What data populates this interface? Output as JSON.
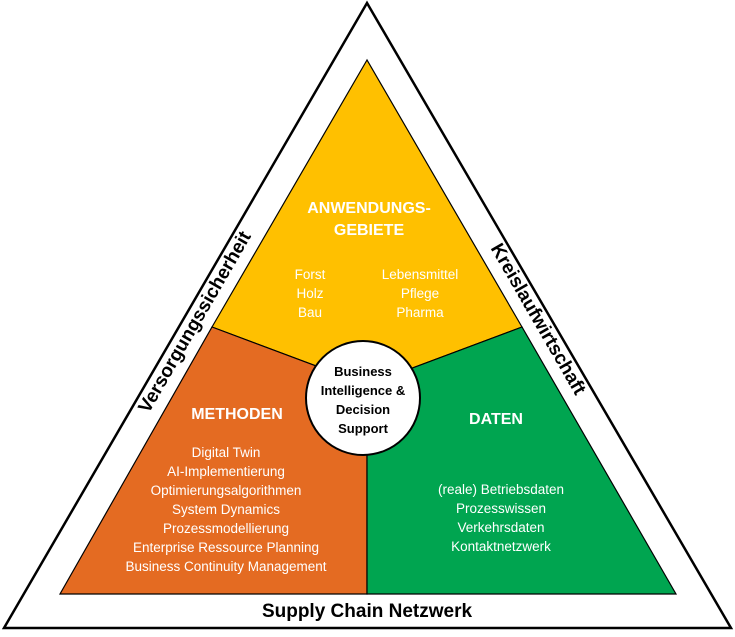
{
  "colors": {
    "anwendung": "#FFC000",
    "methoden": "#E46B22",
    "daten": "#00A550",
    "outline": "#000000",
    "text_light": "#FFFFFF"
  },
  "sides": {
    "left": "Versorgungssicherheit",
    "right": "Kreislaufwirtschaft",
    "bottom": "Supply Chain Netzwerk"
  },
  "center": {
    "lines": [
      "Business",
      "Intelligence &",
      "Decision",
      "Support"
    ]
  },
  "anwendungsgebiete": {
    "title_lines": [
      "ANWENDUNGS-",
      "GEBIETE"
    ],
    "col1": [
      "Forst",
      "Holz",
      "Bau"
    ],
    "col2": [
      "Lebensmittel",
      "Pflege",
      "Pharma"
    ]
  },
  "methoden": {
    "title": "METHODEN",
    "items": [
      "Digital Twin",
      "AI-Implementierung",
      "Optimierungsalgorithmen",
      "System Dynamics",
      "Prozessmodellierung",
      "Enterprise Ressource Planning",
      "Business Continuity Management"
    ]
  },
  "daten": {
    "title": "DATEN",
    "items": [
      "(reale) Betriebsdaten",
      "Prozesswissen",
      "Verkehrsdaten",
      "Kontaktnetzwerk"
    ]
  }
}
